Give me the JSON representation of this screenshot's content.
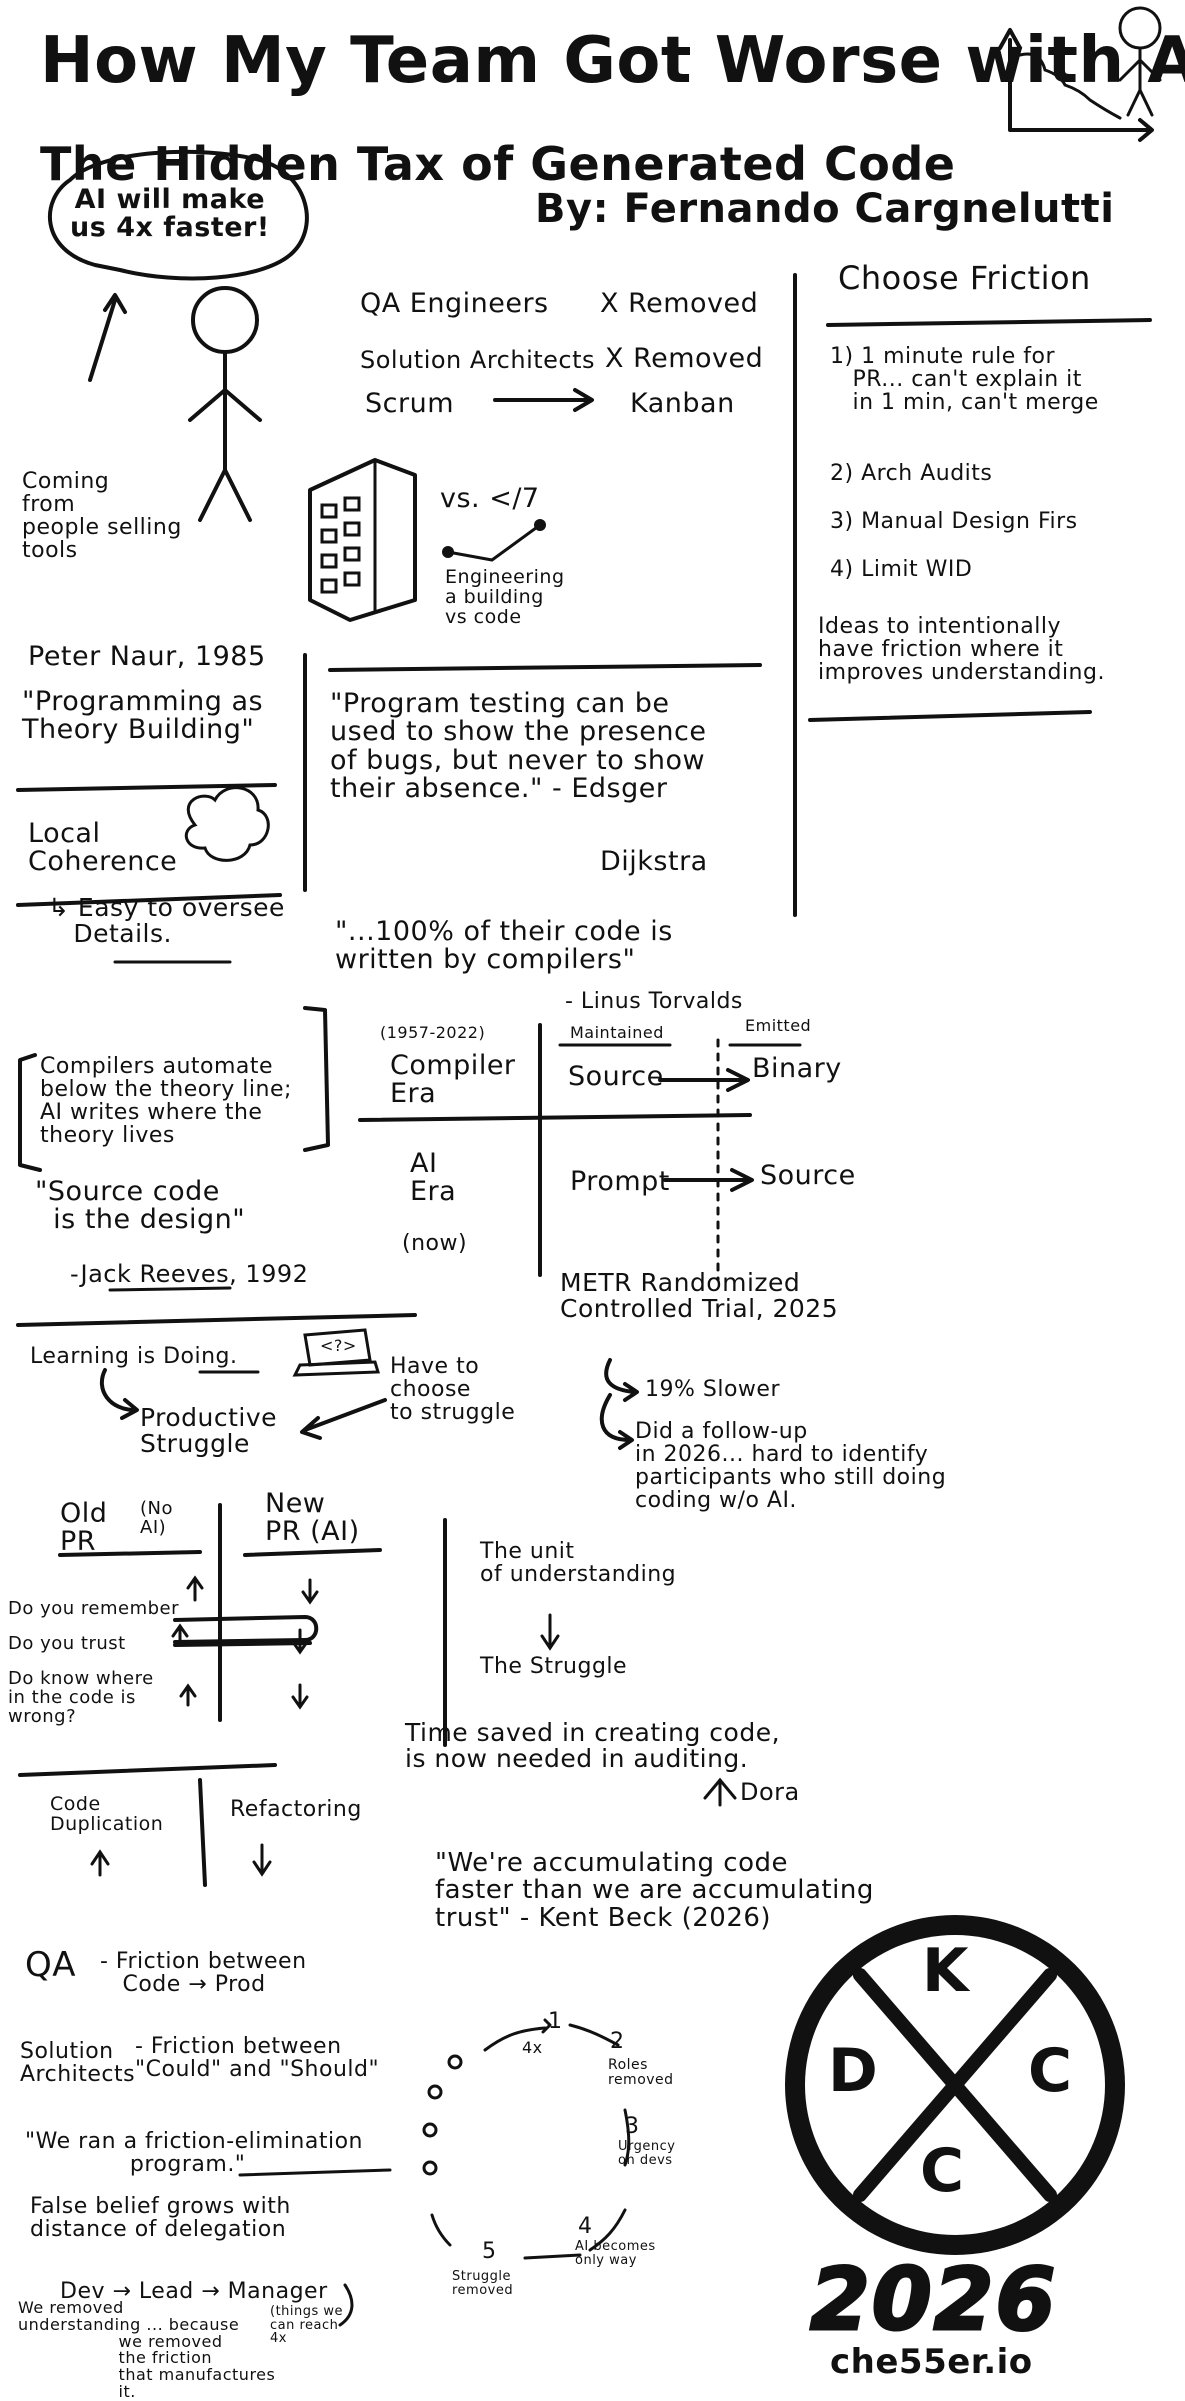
{
  "header": {
    "title": "How My Team Got Worse with AI",
    "subtitle": "The Hidden Tax of Generated Code",
    "byline": "By: Fernando Cargnelutti"
  },
  "hype": {
    "bubble": "AI will make\nus 4x faster!",
    "source": "Coming\nfrom\npeople selling\ntools"
  },
  "roles": {
    "qa": "QA Engineers",
    "qa_status": "X Removed",
    "sa": "Solution Architects",
    "sa_status": "X Removed",
    "scrum": "Scrum",
    "kanban": "Kanban",
    "vs": "vs. </7",
    "eng": "Engineering\na building\nvs code"
  },
  "friction": {
    "heading": "Choose Friction",
    "item1": "1) 1 minute rule for\n   PR... can't explain it\n   in 1 min, can't merge",
    "item2": "2) Arch Audits",
    "item3": "3) Manual Design Firs",
    "item4": "4) Limit WID",
    "note": "Ideas to intentionally\nhave friction where it\nimproves understanding."
  },
  "naur": {
    "name": "Peter Naur, 1985",
    "quote": "\"Programming as\nTheory Building\""
  },
  "dijkstra": {
    "quote": "\"Program testing can be\nused to show the presence\nof bugs, but never to show\ntheir absence.\" - Edsger",
    "name": "Dijkstra"
  },
  "coherence": {
    "label": "Local\nCoherence",
    "note": "↳ Easy to oversee\n   Details."
  },
  "torvalds": {
    "quote": "\"...100% of their code is\nwritten by compilers\"",
    "name": "- Linus Torvalds"
  },
  "compilers": {
    "note": "Compilers automate\nbelow the theory line;\nAI writes where the\ntheory lives",
    "reeves_quote": "\"Source code\n  is the design\"",
    "reeves_name": "-Jack Reeves, 1992"
  },
  "era_table": {
    "compiler_years": "(1957-2022)",
    "compiler_era": "Compiler\nEra",
    "ai_era": "AI\nEra",
    "ai_now": "(now)",
    "maintained": "Maintained",
    "emitted": "Emitted",
    "source": "Source",
    "binary": "Binary",
    "prompt": "Prompt",
    "source2": "Source"
  },
  "learning": {
    "label": "Learning is Doing.",
    "laptop": "<?>",
    "struggle": "Productive\nStruggle",
    "choose": "Have to\nchoose\nto struggle"
  },
  "metr": {
    "title": "METR Randomized\nControlled Trial, 2025",
    "slower": "19% Slower",
    "followup": "Did a follow-up\nin 2026... hard to identify\nparticipants who still doing\ncoding w/o AI."
  },
  "pr_table": {
    "old": "Old\nPR",
    "no_ai": "(No\nAI)",
    "new": "New\nPR (AI)",
    "row1": "Do you remember",
    "row2": "Do you trust",
    "row3": "Do know where\nin the code is\nwrong?"
  },
  "unit": {
    "text": "The unit\nof understanding",
    "struggle": "The Struggle"
  },
  "dora": {
    "quote": "Time saved in creating code,\nis now needed in auditing.",
    "name": "Dora"
  },
  "dup": {
    "left": "Code\nDuplication",
    "right": "Refactoring"
  },
  "beck": {
    "quote": "\"We're accumulating code\nfaster than we are accumulating\ntrust\" - Kent Beck (2026)"
  },
  "qa_friction": {
    "qa": "QA",
    "qa_text": "- Friction between\n   Code → Prod",
    "sa": "Solution\nArchitects",
    "sa_text": "- Friction between\n\"Could\" and \"Should\"",
    "program": "\"We ran a friction-elimination\n              program.\""
  },
  "belief": {
    "text": "False belief grows with\ndistance of delegation",
    "chain": "Dev → Lead → Manager",
    "things": "(things we\ncan reach\n4x",
    "removed": "We removed\nunderstanding ... because\n                  we removed\n                  the friction\n                  that manufactures\n                  it."
  },
  "cycle": {
    "n1": "1",
    "l1": "4x",
    "n2": "2",
    "l2": "Roles\nremoved",
    "n3": "3",
    "l3": "Urgency\non devs",
    "n4": "4",
    "l4": "AI becomes\nonly way",
    "n5": "5",
    "l5": "Struggle\nremoved"
  },
  "logo": {
    "k": "K",
    "d": "D",
    "c1": "C",
    "c2": "C",
    "year": "2026",
    "site": "che55er.io"
  }
}
